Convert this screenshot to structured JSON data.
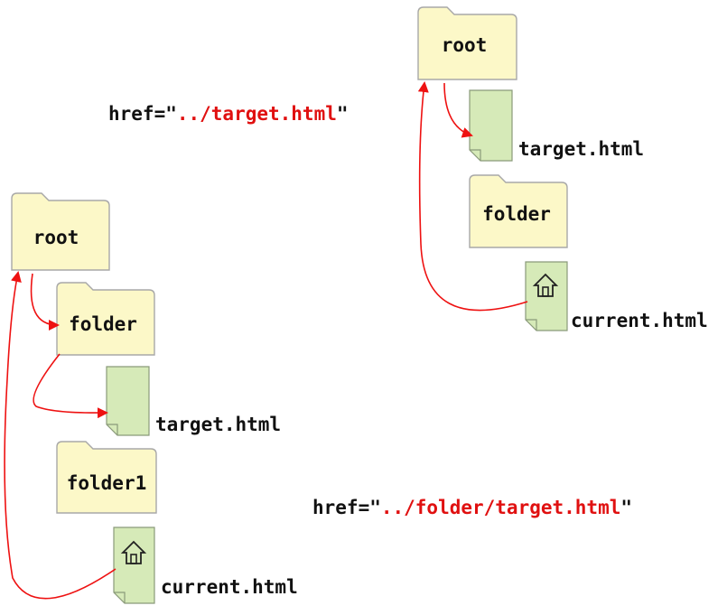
{
  "colors": {
    "folder_fill": "#fcf8c8",
    "folder_stroke": "#a8a8a8",
    "file_fill": "#d6eab8",
    "file_stroke": "#8a9a7a",
    "arrow": "#ee1111",
    "text": "#111111",
    "href_path": "#e01010"
  },
  "example_top": {
    "href_prefix": "href=\"",
    "href_path": "../target.html",
    "href_suffix": "\"",
    "root_label": "root",
    "target_label": "target.html",
    "folder_label": "folder",
    "current_label": "current.html",
    "current_icon": "home-icon"
  },
  "example_bottom": {
    "href_prefix": "href=\"",
    "href_path": "../folder/target.html",
    "href_suffix": "\"",
    "root_label": "root",
    "folder_label": "folder",
    "target_label": "target.html",
    "folder1_label": "folder1",
    "current_label": "current.html",
    "current_icon": "home-icon"
  }
}
